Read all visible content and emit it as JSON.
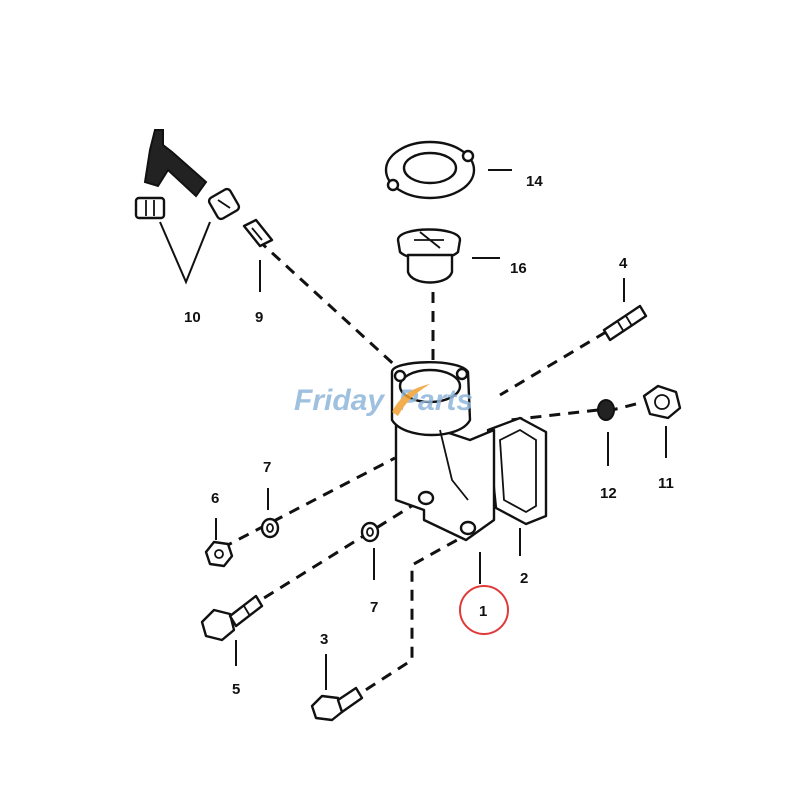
{
  "watermark": {
    "part1": "Friday",
    "part2": "Parts",
    "color_primary": "#8fb6d9",
    "color_accent": "#f0a030"
  },
  "callouts": {
    "c1": "1",
    "c2": "2",
    "c3": "3",
    "c4": "4",
    "c5": "5",
    "c6": "6",
    "c7a": "7",
    "c7b": "7",
    "c9": "9",
    "c10": "10",
    "c11": "11",
    "c12": "12",
    "c14": "14",
    "c16": "16"
  },
  "highlight": {
    "callout": "1",
    "color": "#e03a3a"
  }
}
